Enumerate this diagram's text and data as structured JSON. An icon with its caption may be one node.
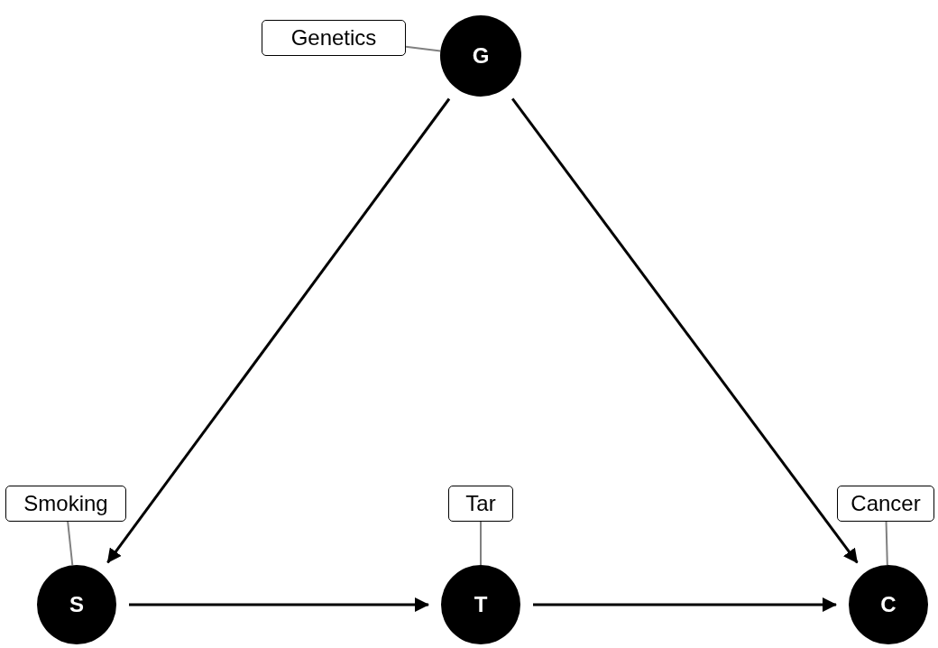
{
  "diagram": {
    "nodes": [
      {
        "text": [
          "Genetics"
        ]
      },
      {
        "text": [
          "G"
        ]
      },
      {
        "text": [
          "Smoking"
        ]
      },
      {
        "text": [
          "S"
        ]
      },
      {
        "text": [
          "Tar"
        ]
      },
      {
        "text": [
          "T"
        ]
      },
      {
        "text": [
          "Cancer"
        ]
      },
      {
        "text": [
          "C"
        ]
      }
    ],
    "edges": [
      {
        "from": 1,
        "to": 3,
        "arrow": "to"
      },
      {
        "from": 1,
        "to": 7,
        "arrow": "to"
      },
      {
        "from": 3,
        "to": 5,
        "arrow": "to"
      },
      {
        "from": 5,
        "to": 7,
        "arrow": "to"
      },
      {
        "from": 0,
        "to": 1,
        "arrow": "none",
        "color": "#808080"
      },
      {
        "from": 2,
        "to": 3,
        "arrow": "none",
        "color": "#808080"
      },
      {
        "from": 4,
        "to": 5,
        "arrow": "none",
        "color": "#808080"
      },
      {
        "from": 6,
        "to": 7,
        "arrow": "none",
        "color": "#808080"
      }
    ]
  }
}
